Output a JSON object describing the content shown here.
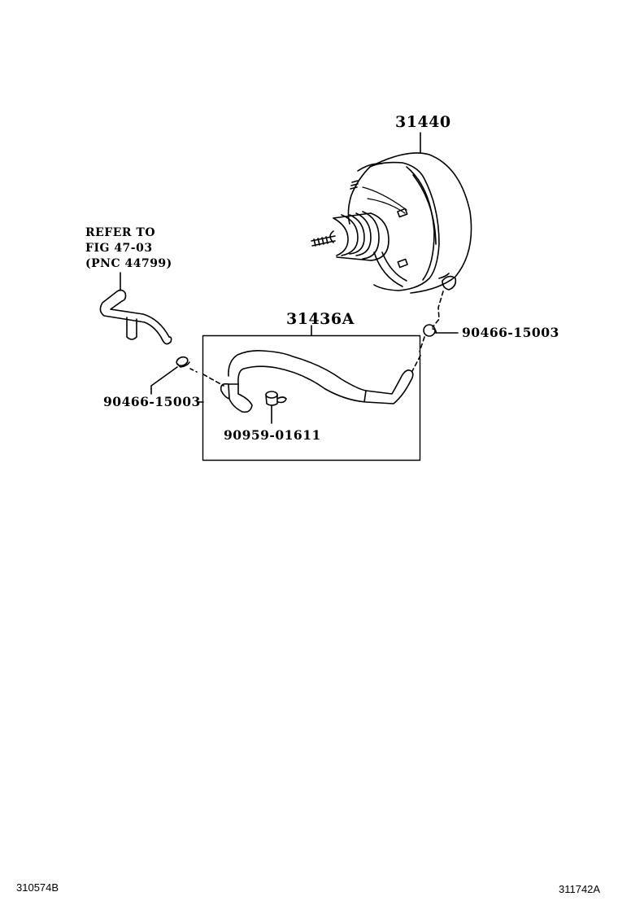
{
  "diagram": {
    "title_parts": {
      "booster": "31440",
      "hose_kit": "31436A"
    },
    "reference_note": {
      "line1": "REFER TO",
      "line2": "FIG 47-03",
      "line3": "(PNC 44799)"
    },
    "callouts": {
      "clamp_right": "90466-15003",
      "clamp_left": "90466-15003",
      "check_valve": "90959-01611"
    },
    "parts": [
      {
        "id": "31440",
        "description": "brake booster assembly"
      },
      {
        "id": "31436A",
        "description": "vacuum hose assembly (boxed kit)"
      },
      {
        "id": "90466-15003",
        "description": "hose clamp",
        "count": 2
      },
      {
        "id": "90959-01611",
        "description": "check valve"
      }
    ],
    "footer": {
      "left_code": "310574B",
      "right_code": "311742A"
    },
    "colors": {
      "line": "#000000",
      "background": "#ffffff"
    }
  }
}
